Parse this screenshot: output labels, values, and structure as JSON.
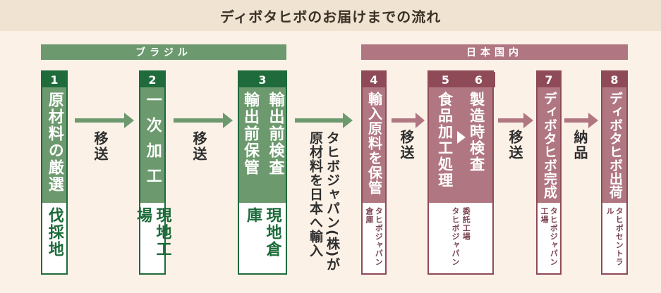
{
  "title": "ディボタヒボのお届けまでの流れ",
  "regions": {
    "brazil": "ブラジル",
    "japan": "日本国内"
  },
  "colors": {
    "green": "#6c9a6e",
    "green_dark": "#1f6b3c",
    "red": "#b07782",
    "red_dark": "#8f4a58"
  },
  "steps": [
    {
      "num": "1",
      "text": "原材料の厳選",
      "location": "伐採地"
    },
    {
      "num": "2",
      "text": "一次加工",
      "location": "現地工場"
    },
    {
      "num": "3",
      "text_col1": "輸出前保管",
      "text_col2": "輸出前検査",
      "location": "現地倉庫"
    },
    {
      "num": "4",
      "text": "輸入原料を保管",
      "location": "タヒボジャパン倉庫"
    },
    {
      "num": "5",
      "text": "食品加工処理",
      "location_line1": "タヒボジャパン",
      "location_line2": "委託工場"
    },
    {
      "num": "6",
      "text": "製造時検査"
    },
    {
      "num": "7",
      "text": "ディボタヒボ完成",
      "location": "タヒボジャパン工場"
    },
    {
      "num": "8",
      "text": "ディボタヒボ出荷",
      "location": "タヒボセントラル"
    }
  ],
  "connectors": {
    "move1": "移送",
    "move2": "移送",
    "import_line1": "タヒボジャパン(株)が",
    "import_line2": "原材料を日本へ輸入",
    "move3": "移送",
    "move4": "移送",
    "deliver": "納品"
  }
}
